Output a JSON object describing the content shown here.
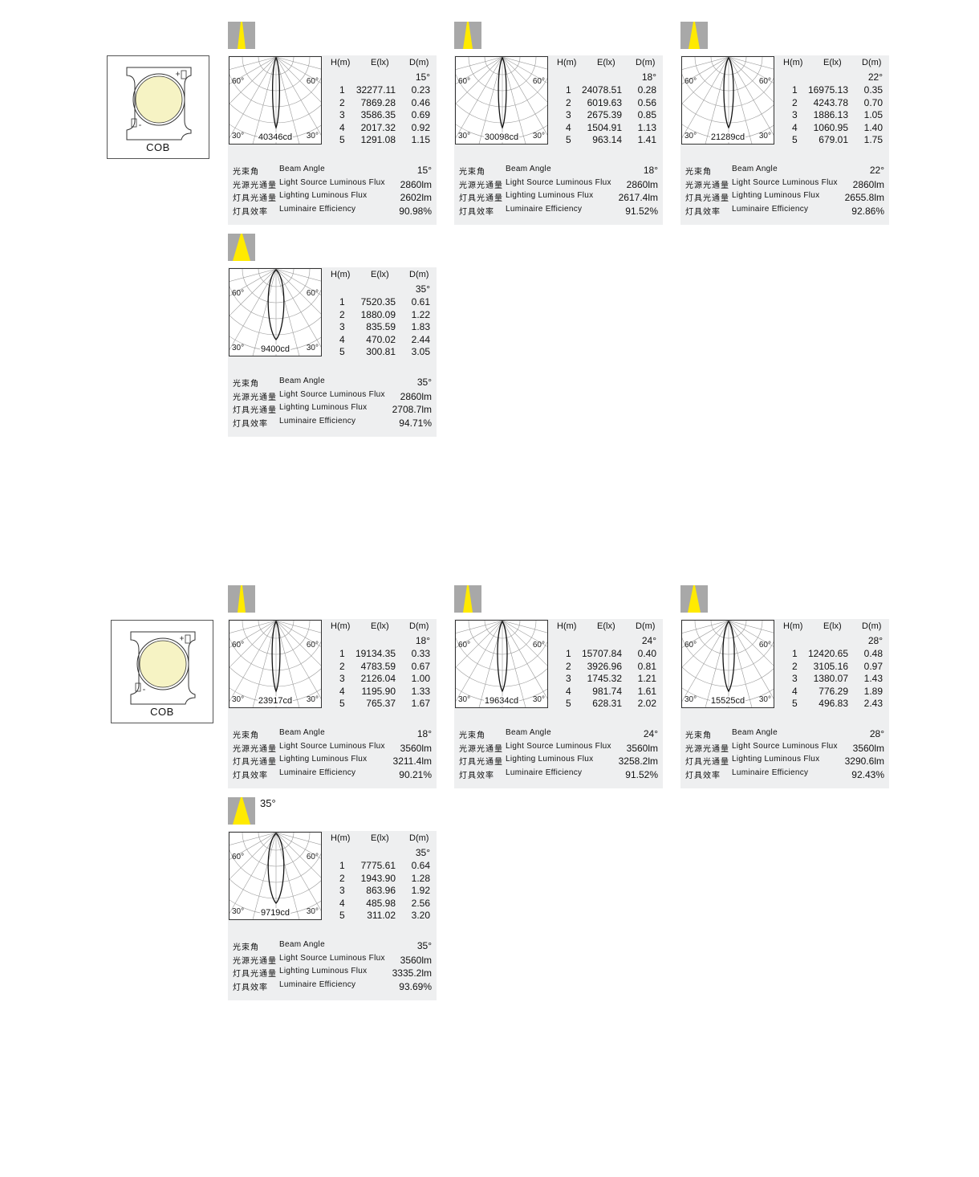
{
  "sections": [
    {
      "cob_label": "COB",
      "cards": [
        {
          "intensity": "40346cd",
          "beam_deg": "15°",
          "rows": [
            [
              "1",
              "32277.11",
              "0.23"
            ],
            [
              "2",
              "7869.28",
              "0.46"
            ],
            [
              "3",
              "3586.35",
              "0.69"
            ],
            [
              "4",
              "2017.32",
              "0.92"
            ],
            [
              "5",
              "1291.08",
              "1.15"
            ]
          ],
          "beam_angle": "15°",
          "source_flux": "2860lm",
          "lighting_flux": "2602lm",
          "efficiency": "90.98%",
          "note": ""
        },
        {
          "intensity": "30098cd",
          "beam_deg": "18°",
          "rows": [
            [
              "1",
              "24078.51",
              "0.28"
            ],
            [
              "2",
              "6019.63",
              "0.56"
            ],
            [
              "3",
              "2675.39",
              "0.85"
            ],
            [
              "4",
              "1504.91",
              "1.13"
            ],
            [
              "5",
              "963.14",
              "1.41"
            ]
          ],
          "beam_angle": "18°",
          "source_flux": "2860lm",
          "lighting_flux": "2617.4lm",
          "efficiency": "91.52%",
          "note": ""
        },
        {
          "intensity": "21289cd",
          "beam_deg": "22°",
          "rows": [
            [
              "1",
              "16975.13",
              "0.35"
            ],
            [
              "2",
              "4243.78",
              "0.70"
            ],
            [
              "3",
              "1886.13",
              "1.05"
            ],
            [
              "4",
              "1060.95",
              "1.40"
            ],
            [
              "5",
              "679.01",
              "1.75"
            ]
          ],
          "beam_angle": "22°",
          "source_flux": "2860lm",
          "lighting_flux": "2655.8lm",
          "efficiency": "92.86%",
          "note": ""
        },
        {
          "intensity": "9400cd",
          "beam_deg": "35°",
          "rows": [
            [
              "1",
              "7520.35",
              "0.61"
            ],
            [
              "2",
              "1880.09",
              "1.22"
            ],
            [
              "3",
              "835.59",
              "1.83"
            ],
            [
              "4",
              "470.02",
              "2.44"
            ],
            [
              "5",
              "300.81",
              "3.05"
            ]
          ],
          "beam_angle": "35°",
          "source_flux": "2860lm",
          "lighting_flux": "2708.7lm",
          "efficiency": "94.71%",
          "note": ""
        }
      ]
    },
    {
      "cob_label": "COB",
      "cards": [
        {
          "intensity": "23917cd",
          "beam_deg": "18°",
          "rows": [
            [
              "1",
              "19134.35",
              "0.33"
            ],
            [
              "2",
              "4783.59",
              "0.67"
            ],
            [
              "3",
              "2126.04",
              "1.00"
            ],
            [
              "4",
              "1195.90",
              "1.33"
            ],
            [
              "5",
              "765.37",
              "1.67"
            ]
          ],
          "beam_angle": "18°",
          "source_flux": "3560lm",
          "lighting_flux": "3211.4lm",
          "efficiency": "90.21%",
          "note": ""
        },
        {
          "intensity": "19634cd",
          "beam_deg": "24°",
          "rows": [
            [
              "1",
              "15707.84",
              "0.40"
            ],
            [
              "2",
              "3926.96",
              "0.81"
            ],
            [
              "3",
              "1745.32",
              "1.21"
            ],
            [
              "4",
              "981.74",
              "1.61"
            ],
            [
              "5",
              "628.31",
              "2.02"
            ]
          ],
          "beam_angle": "24°",
          "source_flux": "3560lm",
          "lighting_flux": "3258.2lm",
          "efficiency": "91.52%",
          "note": ""
        },
        {
          "intensity": "15525cd",
          "beam_deg": "28°",
          "rows": [
            [
              "1",
              "12420.65",
              "0.48"
            ],
            [
              "2",
              "3105.16",
              "0.97"
            ],
            [
              "3",
              "1380.07",
              "1.43"
            ],
            [
              "4",
              "776.29",
              "1.89"
            ],
            [
              "5",
              "496.83",
              "2.43"
            ]
          ],
          "beam_angle": "28°",
          "source_flux": "3560lm",
          "lighting_flux": "3290.6lm",
          "efficiency": "92.43%",
          "note": ""
        },
        {
          "intensity": "9719cd",
          "beam_deg": "35°",
          "rows": [
            [
              "1",
              "7775.61",
              "0.64"
            ],
            [
              "2",
              "1943.90",
              "1.28"
            ],
            [
              "3",
              "863.96",
              "1.92"
            ],
            [
              "4",
              "485.98",
              "2.56"
            ],
            [
              "5",
              "311.02",
              "3.20"
            ]
          ],
          "beam_angle": "35°",
          "source_flux": "3560lm",
          "lighting_flux": "3335.2lm",
          "efficiency": "93.69%",
          "note": "35°"
        }
      ]
    }
  ],
  "labels": {
    "col_h": "H(m)",
    "col_e": "E(lx)",
    "col_d": "D(m)",
    "polar_60": "60°",
    "polar_30": "30°",
    "beam_angle_cn": "光束角",
    "beam_angle_en": "Beam Angle",
    "source_flux_cn": "光源光通量",
    "source_flux_en": "Light Source Luminous Flux",
    "lighting_flux_cn": "灯具光通量",
    "lighting_flux_en": "Lighting Luminous Flux",
    "efficiency_cn": "灯具效率",
    "efficiency_en": "Luminaire Efficiency"
  },
  "colors": {
    "beam_yellow": "#ffea00",
    "icon_gray": "#a8a8a8",
    "panel_bg": "#eeeff0",
    "led_fill": "#f6f3c4"
  }
}
